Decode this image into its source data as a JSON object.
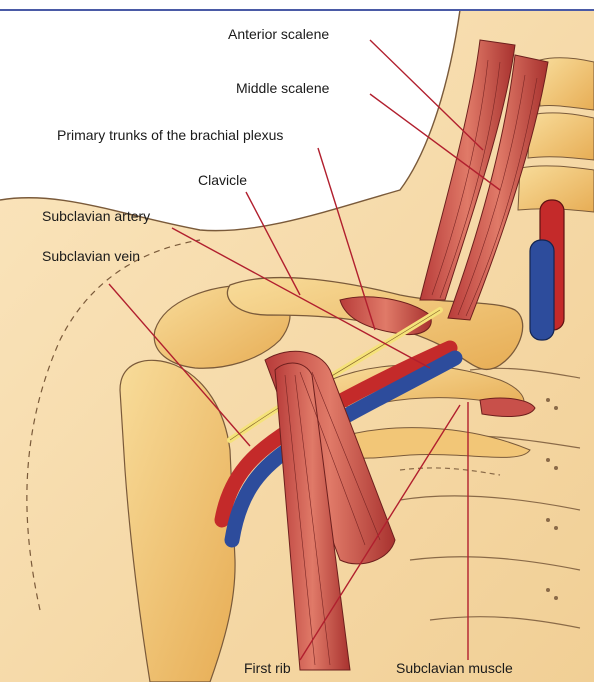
{
  "labels": {
    "anterior_scalene": "Anterior scalene",
    "middle_scalene": "Middle scalene",
    "brachial_plexus": "Primary trunks of the brachial plexus",
    "clavicle": "Clavicle",
    "subclavian_artery": "Subclavian artery",
    "subclavian_vein": "Subclavian vein",
    "first_rib": "First rib",
    "subclavian_muscle": "Subclavian muscle"
  },
  "colors": {
    "skin": "#f6dcae",
    "bone": "#f3c978",
    "muscle": "#c8504a",
    "artery": "#c42a2a",
    "vein": "#2d4c9c",
    "nerve": "#f5e27a",
    "leader_line": "#b11f2e"
  }
}
